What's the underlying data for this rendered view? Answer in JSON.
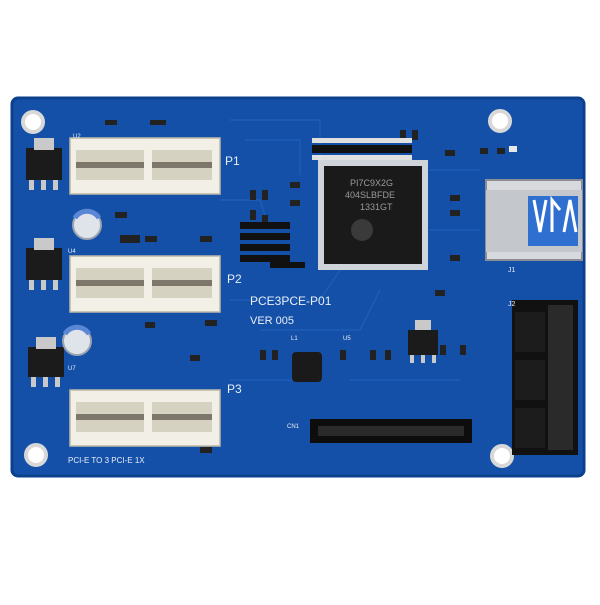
{
  "board": {
    "labels": {
      "slot1": "P1",
      "slot2": "P2",
      "slot3": "P3",
      "model": "PCE3PCE-P01",
      "version": "VER  005",
      "bottom_caption": "PCI-E  TO  3  PCI-E  1X",
      "usb_port_ref": "J1",
      "power_conn_ref": "J2",
      "card_connector_ref": "CN1",
      "chip_marking_1": "PI7C9X2G",
      "chip_marking_2": "404SLBFDE",
      "chip_marking_3": "1331GT",
      "u2": "U2",
      "u4": "U4",
      "u7": "U7",
      "u5": "U5",
      "l1": "L1"
    },
    "colors": {
      "pcb": "#1450a8",
      "pcb_edge": "#0c3f8c",
      "usb_insert": "#2f6fd0",
      "slot_body": "#f2f0e6"
    }
  }
}
